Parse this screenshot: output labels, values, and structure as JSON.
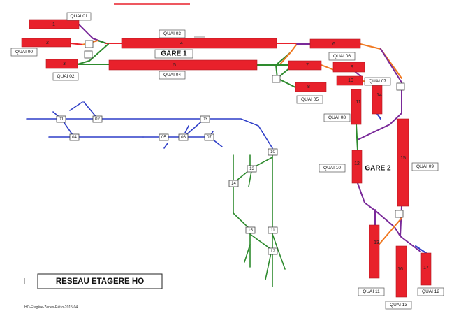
{
  "title": "RESEAU ETAGERE HO",
  "footer": "HO-Etagère-Zones-Rétro-2015-04",
  "stations": [
    "GARE 1",
    "GARE 2"
  ],
  "zones": [
    "1",
    "2",
    "3",
    "4",
    "5",
    "6",
    "7",
    "8",
    "9",
    "10",
    "11",
    "12",
    "13",
    "14",
    "15",
    "16",
    "17"
  ],
  "quais": [
    "QUAI 01",
    "QUAI 00",
    "QUAI 02",
    "QUAI 03",
    "QUAI 04",
    "QUAI 06",
    "QUAI 07",
    "QUAI 05",
    "QUAI 08",
    "QUAI 10",
    "QUAI 09",
    "QUAI 11",
    "QUAI 13",
    "QUAI 12"
  ],
  "switches": [
    "01",
    "02",
    "03",
    "04",
    "05",
    "06",
    "07",
    "10",
    "13",
    "14",
    "15",
    "11",
    "12"
  ],
  "colors": {
    "zone": "#e8212b",
    "track_orange": "#f07820",
    "track_purple": "#7a2a9a",
    "track_green": "#2e8b2e",
    "track_blue": "#2f3fc8"
  }
}
